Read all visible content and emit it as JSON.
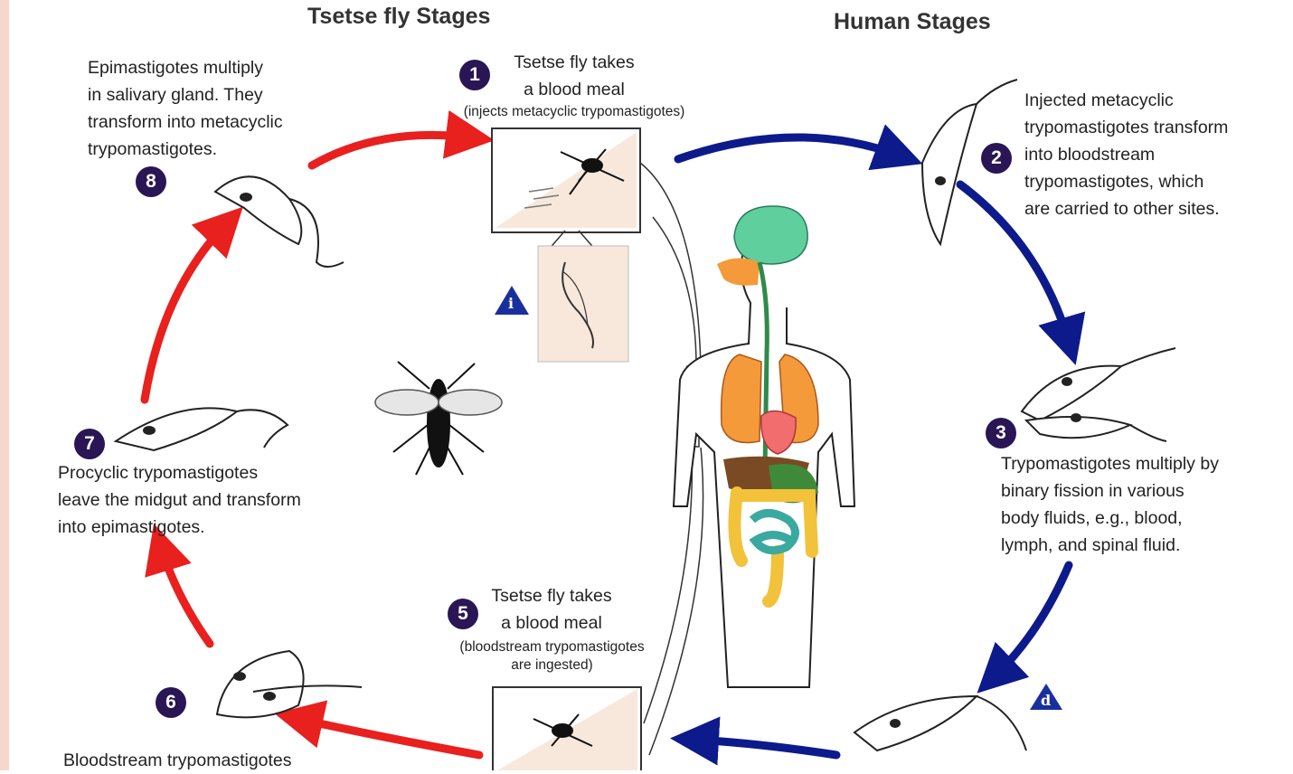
{
  "headers": {
    "tsetse": "Tsetse fly Stages",
    "human": "Human Stages"
  },
  "steps": [
    {
      "num": "1",
      "lines": [
        "Tsetse fly takes",
        "a blood meal"
      ],
      "note": "(injects metacyclic trypomastigotes)"
    },
    {
      "num": "2",
      "lines": [
        "Injected metacyclic",
        "trypomastigotes transform",
        "into bloodstream",
        "trypomastigotes, which",
        "are carried to other sites."
      ]
    },
    {
      "num": "3",
      "lines": [
        "Trypomastigotes multiply by",
        "binary fission in various",
        "body fluids, e.g., blood,",
        "lymph, and spinal fluid."
      ]
    },
    {
      "num": "5",
      "lines": [
        "Tsetse fly takes",
        "a blood meal"
      ],
      "note_lines": [
        "(bloodstream trypomastigotes",
        "are ingested)"
      ]
    },
    {
      "num": "6",
      "lines": [
        "Bloodstream trypomastigotes"
      ]
    },
    {
      "num": "7",
      "lines": [
        "Procyclic trypomastigotes",
        "leave the midgut and transform",
        "into epimastigotes."
      ]
    },
    {
      "num": "8",
      "lines": [
        "Epimastigotes multiply",
        "in salivary gland. They",
        "transform into metacyclic",
        "trypomastigotes."
      ]
    }
  ],
  "markers": {
    "infective": "i",
    "diagnostic": "d"
  },
  "colors": {
    "tsetse_arrow": "#e8201e",
    "human_arrow": "#0d1a8c",
    "badge": "#2a1555",
    "marker": "#1a2f9e",
    "brain": "#5fcf9e",
    "lungs": "#f49a3a",
    "heart": "#f26d6d",
    "liver": "#7a4a24",
    "intestine_large": "#f2c23a",
    "intestine_small": "#3aa9a0",
    "inset_bg": "#f8e8dc"
  },
  "icons": [
    "tsetse-fly-icon",
    "human-body-icon",
    "trypanosome-icon"
  ]
}
